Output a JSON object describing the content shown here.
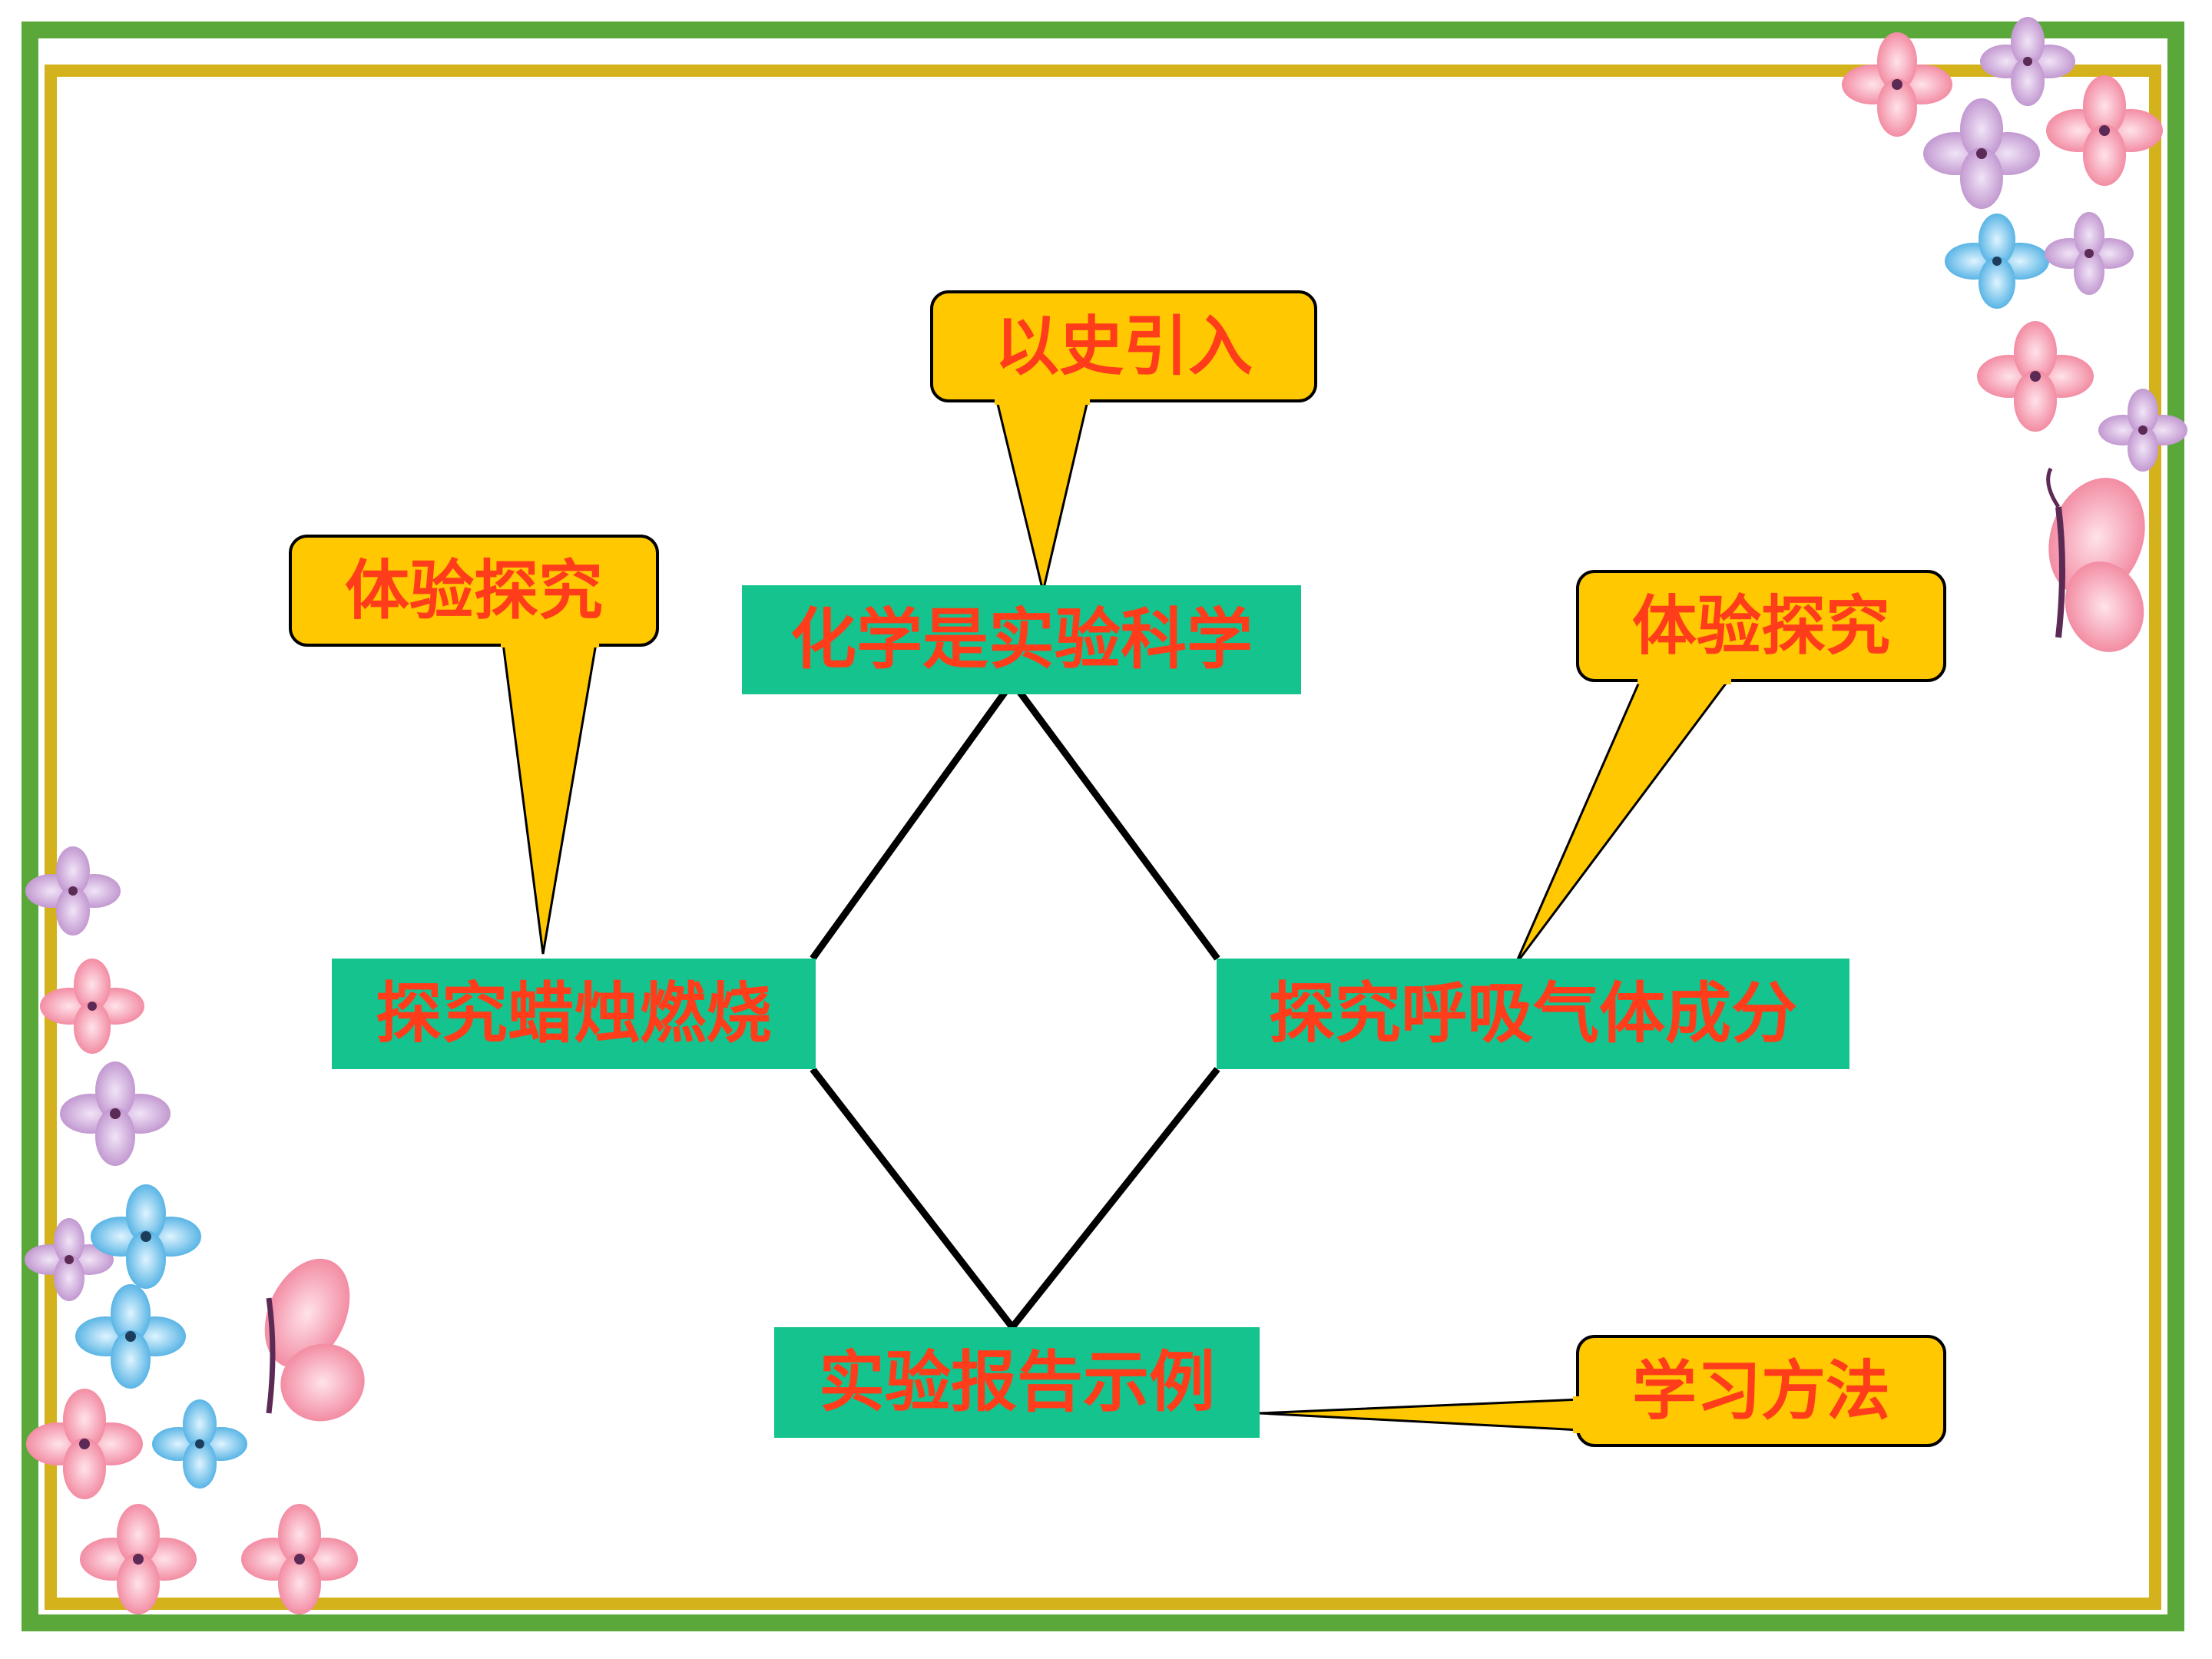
{
  "nodes": {
    "top": "化学是实验科学",
    "left": "探究蜡烛燃烧",
    "right": "探究呼吸气体成分",
    "bottom": "实验报告示例"
  },
  "callouts": {
    "top": "以史引入",
    "left": "体验探究",
    "right": "体验探究",
    "bottom": "学习方法"
  },
  "colors": {
    "node_fill": "#14c38e",
    "node_text": "#ff3d1a",
    "callout_fill": "#ffc800",
    "frame_green": "#5aa83a",
    "frame_gold": "#d4b21c"
  }
}
